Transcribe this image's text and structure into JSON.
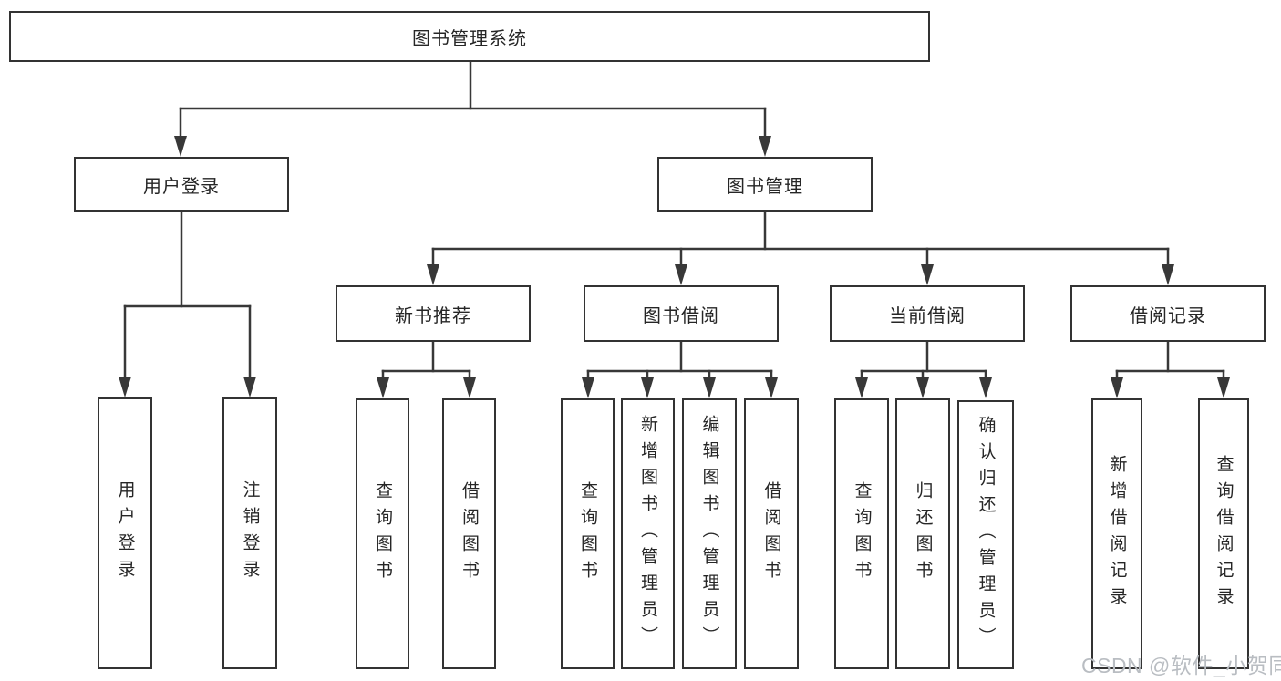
{
  "diagram": {
    "title": "图书管理系统",
    "tree": {
      "label": "图书管理系统",
      "children": [
        {
          "label": "用户登录",
          "children": [
            {
              "label": "用户登录"
            },
            {
              "label": "注销登录"
            }
          ]
        },
        {
          "label": "图书管理",
          "children": [
            {
              "label": "新书推荐",
              "children": [
                {
                  "label": "查询图书"
                },
                {
                  "label": "借阅图书"
                }
              ]
            },
            {
              "label": "图书借阅",
              "children": [
                {
                  "label": "查询图书"
                },
                {
                  "label": "新增图书（管理员）"
                },
                {
                  "label": "编辑图书（管理员）"
                },
                {
                  "label": "借阅图书"
                }
              ]
            },
            {
              "label": "当前借阅",
              "children": [
                {
                  "label": "查询图书"
                },
                {
                  "label": "归还图书"
                },
                {
                  "label": "确认归还（管理员）"
                }
              ]
            },
            {
              "label": "借阅记录",
              "children": [
                {
                  "label": "新增借阅记录"
                },
                {
                  "label": "查询借阅记录"
                }
              ]
            }
          ]
        }
      ]
    },
    "colors": {
      "line": "#383838",
      "box_border": "#333333",
      "text": "#262626",
      "background": "#ffffff",
      "watermark": "#b9bdc2"
    }
  },
  "watermark": {
    "text": "CSDN @软件_小贺同学"
  }
}
